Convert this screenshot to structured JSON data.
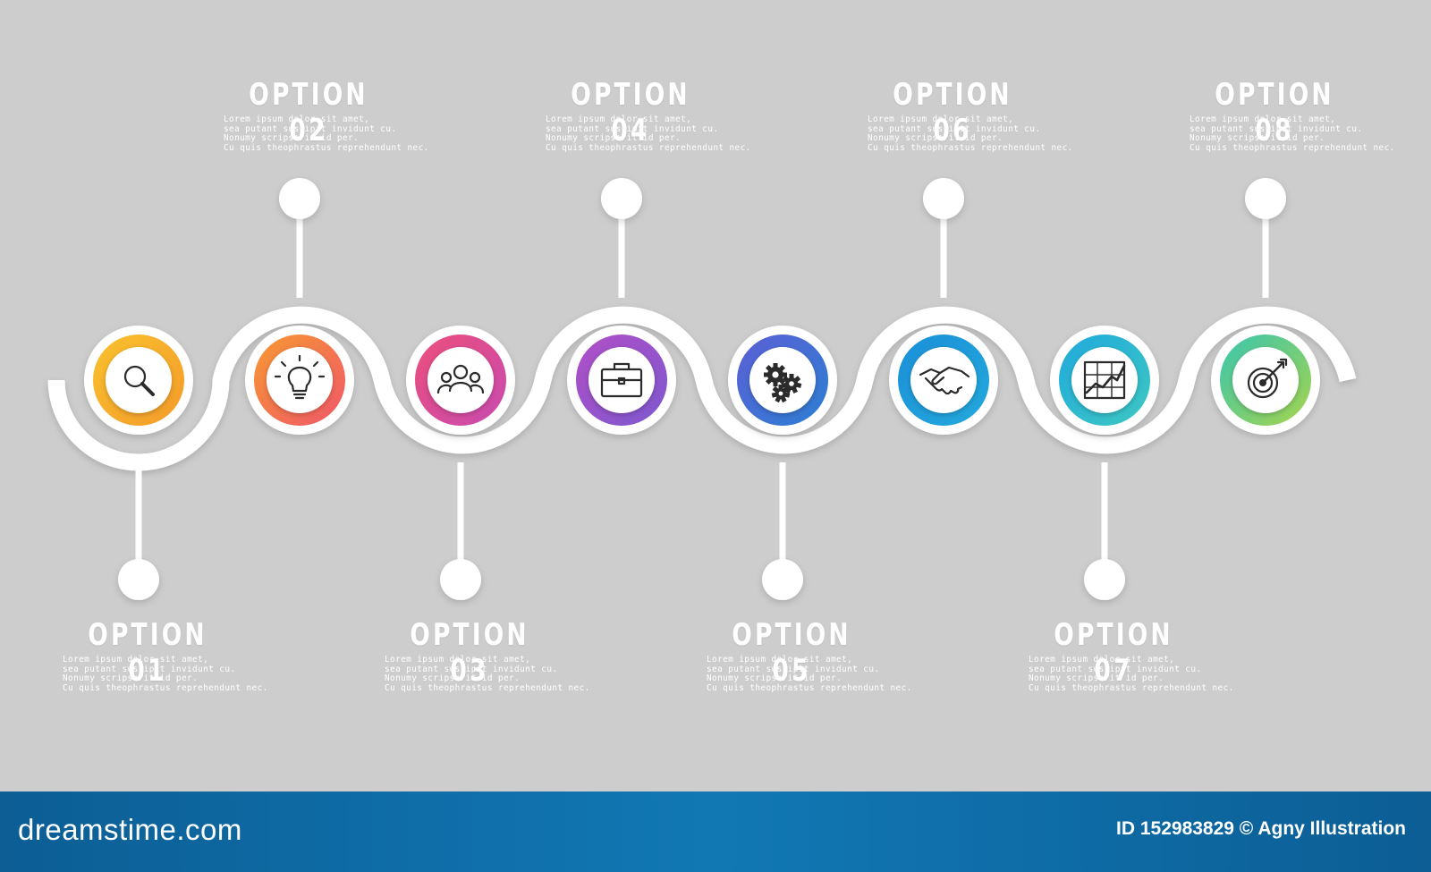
{
  "colors": {
    "background": "#cdcdcd",
    "ribbon": "#ffffff",
    "footer": "#1178b4",
    "icon_stroke": "#2b2b2b"
  },
  "description_lines": [
    "Lorem ipsum dolor sit amet,",
    "sea putant suscipit invidunt cu.",
    "Nonumy scripserit id per.",
    "Cu quis theophrastus reprehendunt nec."
  ],
  "options": [
    {
      "title": "OPTION 01",
      "icon": "magnifier-icon",
      "color_a": "#f9c22e",
      "color_b": "#f49a2a"
    },
    {
      "title": "OPTION 02",
      "icon": "lightbulb-icon",
      "color_a": "#f79a31",
      "color_b": "#f0566a"
    },
    {
      "title": "OPTION 03",
      "icon": "team-icon",
      "color_a": "#ec4e7c",
      "color_b": "#c84bb0"
    },
    {
      "title": "OPTION 04",
      "icon": "briefcase-icon",
      "color_a": "#b24fc6",
      "color_b": "#7d58cf"
    },
    {
      "title": "OPTION 05",
      "icon": "gears-icon",
      "color_a": "#5c5fd6",
      "color_b": "#2b7fd2"
    },
    {
      "title": "OPTION 06",
      "icon": "handshake-icon",
      "color_a": "#1b8fd8",
      "color_b": "#23a9dc"
    },
    {
      "title": "OPTION 07",
      "icon": "growth-chart-icon",
      "color_a": "#20a9dd",
      "color_b": "#3dc8c2"
    },
    {
      "title": "OPTION 08",
      "icon": "target-icon",
      "color_a": "#39c6b0",
      "color_b": "#a6d44c"
    }
  ],
  "footer": {
    "logo": "dreamstime.com",
    "id_text": "ID 152983829 © Agny Illustration"
  }
}
